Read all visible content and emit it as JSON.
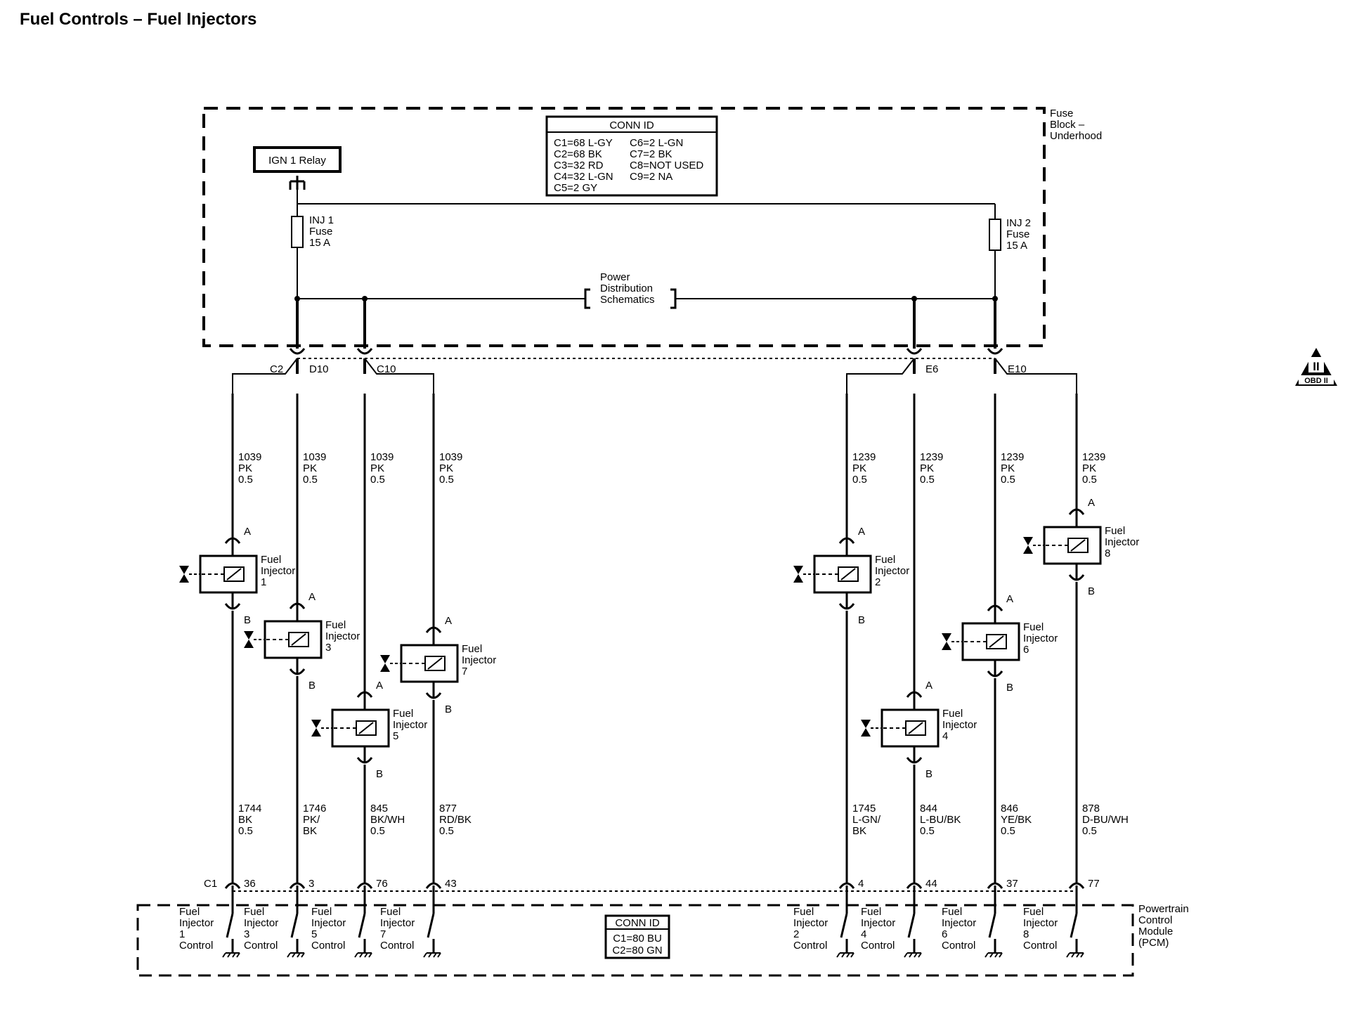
{
  "title": "Fuel Controls – Fuel Injectors",
  "fuse_block": {
    "label_lines": [
      "Fuse",
      "Block –",
      "Underhood"
    ],
    "relay": "IGN 1 Relay",
    "conn_id": {
      "header": "CONN ID",
      "col1": [
        "C1=68 L-GY",
        "C2=68 BK",
        "C3=32 RD",
        "C4=32 L-GN",
        "C5=2 GY"
      ],
      "col2": [
        "C6=2 L-GN",
        "C7=2 BK",
        "C8=NOT USED",
        "C9=2 NA"
      ]
    },
    "fuse1": [
      "INJ 1",
      "Fuse",
      "15 A"
    ],
    "fuse2": [
      "INJ 2",
      "Fuse",
      "15 A"
    ],
    "power_dist": [
      "Power",
      "Distribution",
      "Schematics"
    ],
    "conn_labels": [
      "C2",
      "D10",
      "C10",
      "E6",
      "E10"
    ]
  },
  "wires_top": [
    [
      "1039",
      "PK",
      "0.5"
    ],
    [
      "1039",
      "PK",
      "0.5"
    ],
    [
      "1039",
      "PK",
      "0.5"
    ],
    [
      "1039",
      "PK",
      "0.5"
    ],
    [
      "1239",
      "PK",
      "0.5"
    ],
    [
      "1239",
      "PK",
      "0.5"
    ],
    [
      "1239",
      "PK",
      "0.5"
    ],
    [
      "1239",
      "PK",
      "0.5"
    ]
  ],
  "injectors": [
    [
      "Fuel",
      "Injector",
      "1"
    ],
    [
      "Fuel",
      "Injector",
      "3"
    ],
    [
      "Fuel",
      "Injector",
      "5"
    ],
    [
      "Fuel",
      "Injector",
      "7"
    ],
    [
      "Fuel",
      "Injector",
      "2"
    ],
    [
      "Fuel",
      "Injector",
      "4"
    ],
    [
      "Fuel",
      "Injector",
      "6"
    ],
    [
      "Fuel",
      "Injector",
      "8"
    ]
  ],
  "pin_a": "A",
  "pin_b": "B",
  "wires_bottom": [
    [
      "1744",
      "BK",
      "0.5"
    ],
    [
      "1746",
      "PK/",
      "BK"
    ],
    [
      "845",
      "BK/WH",
      "0.5"
    ],
    [
      "877",
      "RD/BK",
      "0.5"
    ],
    [
      "1745",
      "L-GN/",
      "BK"
    ],
    [
      "844",
      "L-BU/BK",
      "0.5"
    ],
    [
      "846",
      "YE/BK",
      "0.5"
    ],
    [
      "878",
      "D-BU/WH",
      "0.5"
    ]
  ],
  "pcm": {
    "label_lines": [
      "Powertrain",
      "Control",
      "Module",
      "(PCM)"
    ],
    "connector": "C1",
    "pins": [
      "36",
      "3",
      "76",
      "43",
      "4",
      "44",
      "37",
      "77"
    ],
    "controls": [
      [
        "Fuel",
        "Injector",
        "1",
        "Control"
      ],
      [
        "Fuel",
        "Injector",
        "3",
        "Control"
      ],
      [
        "Fuel",
        "Injector",
        "5",
        "Control"
      ],
      [
        "Fuel",
        "Injector",
        "7",
        "Control"
      ],
      [
        "Fuel",
        "Injector",
        "2",
        "Control"
      ],
      [
        "Fuel",
        "Injector",
        "4",
        "Control"
      ],
      [
        "Fuel",
        "Injector",
        "6",
        "Control"
      ],
      [
        "Fuel",
        "Injector",
        "8",
        "Control"
      ]
    ],
    "conn_id": {
      "header": "CONN ID",
      "lines": [
        "C1=80 BU",
        "C2=80 GN"
      ]
    }
  },
  "obd_badge": {
    "top": "II",
    "bottom": "OBD II"
  },
  "colors": {
    "ink": "#000000",
    "background": "#ffffff"
  }
}
